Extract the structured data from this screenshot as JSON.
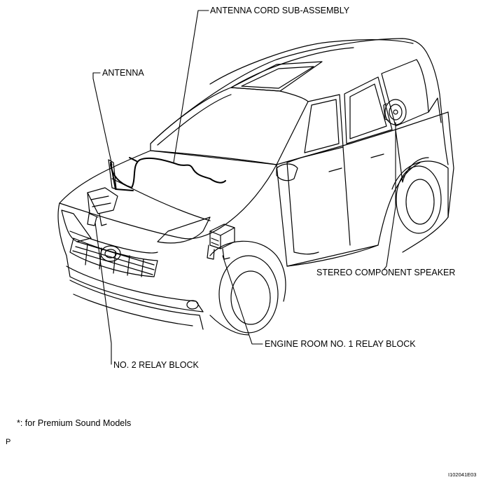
{
  "labels": {
    "antenna_cord": "ANTENNA CORD SUB-ASSEMBLY",
    "antenna": "ANTENNA",
    "stereo_speaker": "STEREO COMPONENT SPEAKER",
    "engine_relay": "ENGINE ROOM NO. 1 RELAY BLOCK",
    "relay2": "NO. 2 RELAY BLOCK"
  },
  "footnote": "*: for Premium Sound Models",
  "page_marker": "P",
  "figure_id": "I102041E03"
}
